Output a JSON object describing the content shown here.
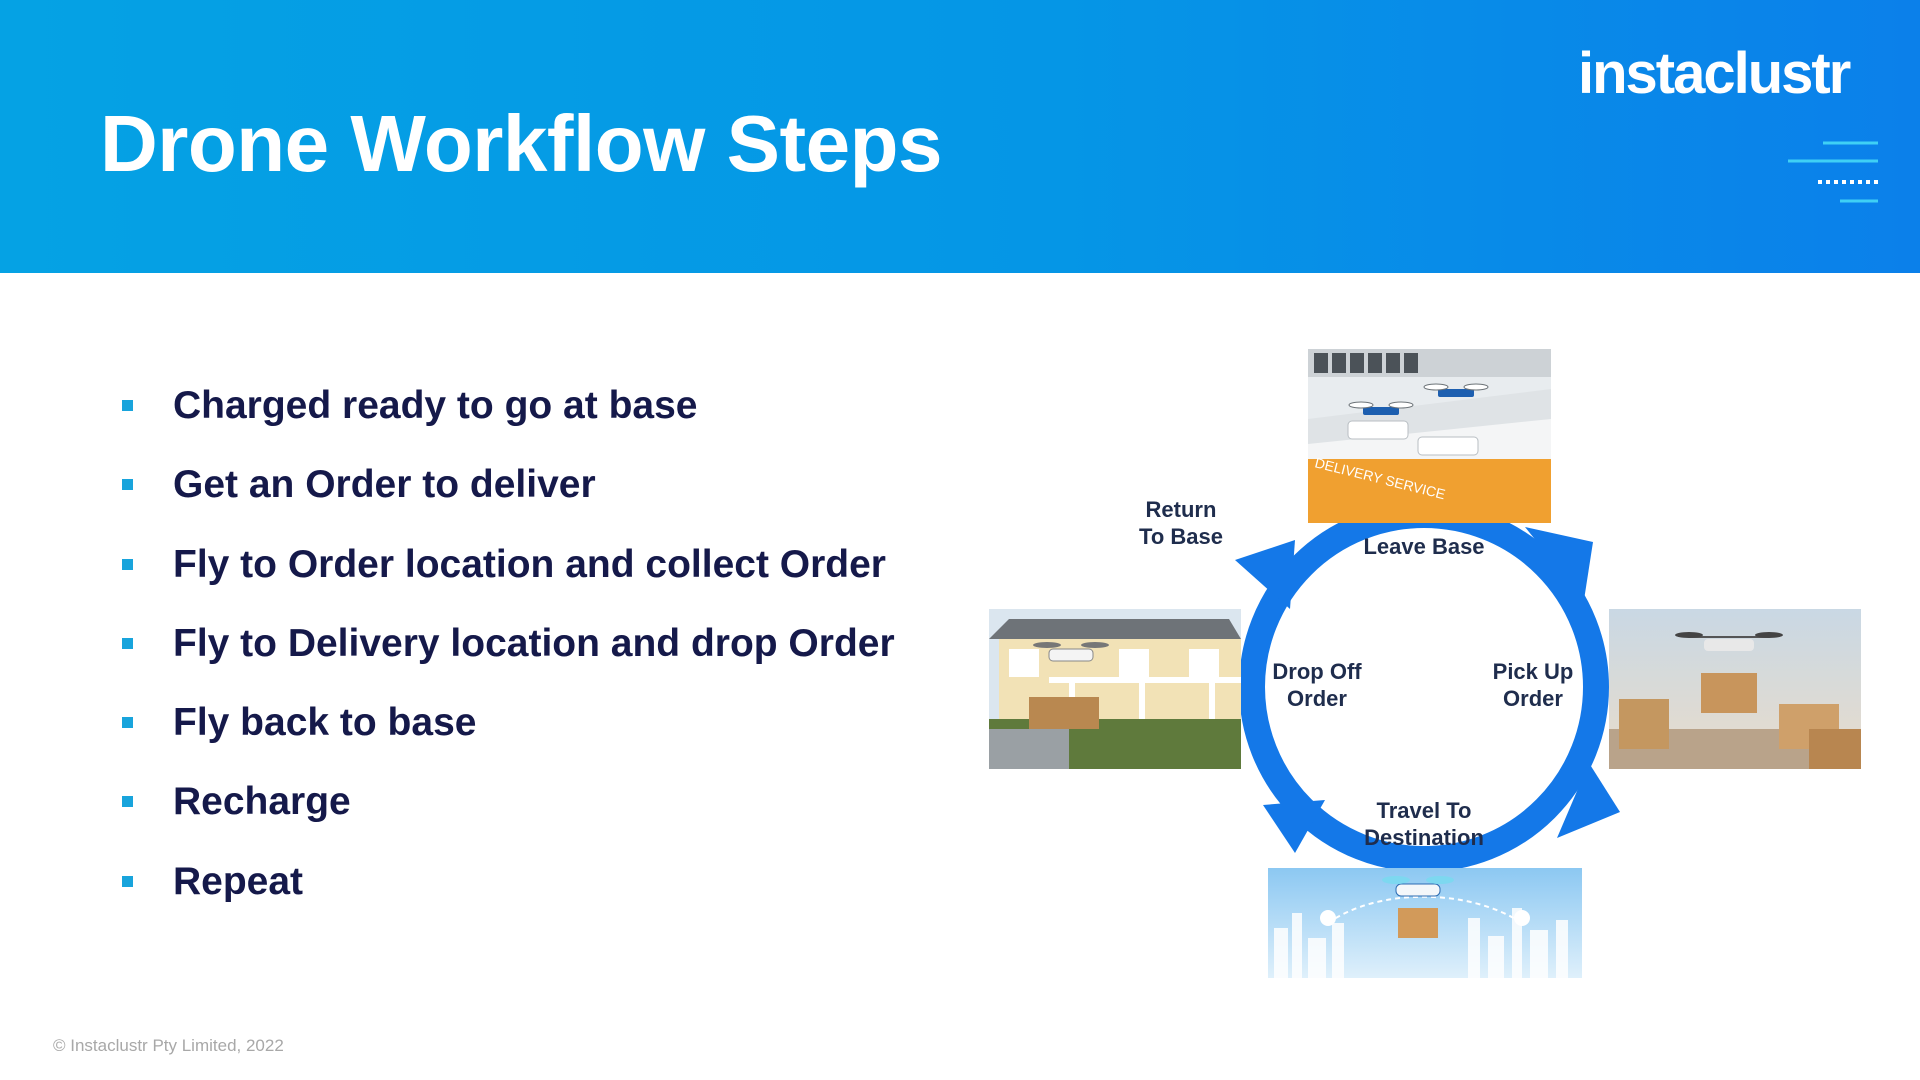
{
  "slide": {
    "title": "Drone Workflow Steps",
    "brand": "instaclustr",
    "footer": "© Instaclustr Pty Limited, 2022"
  },
  "bullets": [
    "Charged ready to go at base",
    "Get an Order to deliver",
    "Fly to Order location and collect Order",
    "Fly to Delivery location and drop Order",
    "Fly back to base",
    "Recharge",
    "Repeat"
  ],
  "cycle": {
    "steps": {
      "leave_base": "Leave Base",
      "pick_up": [
        "Pick Up",
        "Order"
      ],
      "travel": [
        "Travel To",
        "Destination"
      ],
      "drop_off": [
        "Drop Off",
        "Order"
      ],
      "return": [
        "Return",
        "To Base"
      ]
    },
    "photos": {
      "base_sign": "DELIVERY SERVICE"
    }
  },
  "colors": {
    "banner": "#0596e6",
    "arrow": "#1478e8",
    "bullet_square": "#18a4dc",
    "text_dark": "#15194a"
  }
}
